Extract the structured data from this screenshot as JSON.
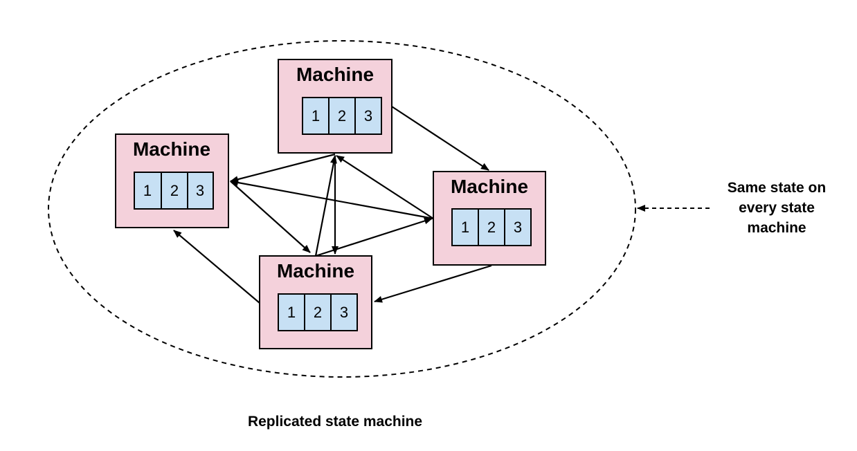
{
  "diagram": {
    "machine_label": "Machine",
    "log_entries": [
      "1",
      "2",
      "3"
    ],
    "note_lines": [
      "Same state on",
      "every state",
      "machine"
    ],
    "caption": "Replicated state machine",
    "colors": {
      "machine_fill": "#f4d1db",
      "cell_fill": "#c7e0f4",
      "stroke": "#000000"
    }
  }
}
